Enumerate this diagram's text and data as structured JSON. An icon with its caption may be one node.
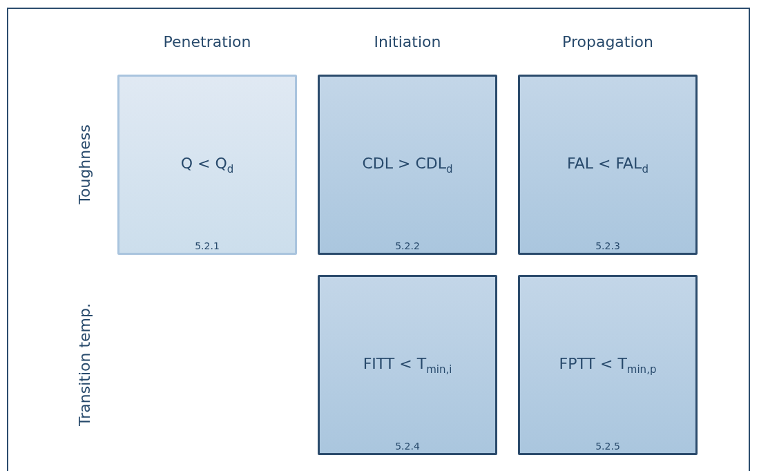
{
  "diagram": {
    "nodes": [
      {
        "text": [
          "Q < Q$_{d}$",
          "5.2.1"
        ]
      },
      {
        "text": [
          "CDL > CDL$_{d}$",
          "5.2.2"
        ]
      },
      {
        "text": [
          "FAL < FAL$_{d}$",
          "5.2.3"
        ]
      },
      {
        "text": [
          "FITT < T$_{min,i}$",
          "5.2.4"
        ]
      },
      {
        "text": [
          "FPTT < T$_{min,p}$",
          "5.2.5"
        ]
      }
    ],
    "labels": [
      "Penetration",
      "Initiation",
      "Propagation",
      "Toughness",
      "Transition temp."
    ]
  }
}
